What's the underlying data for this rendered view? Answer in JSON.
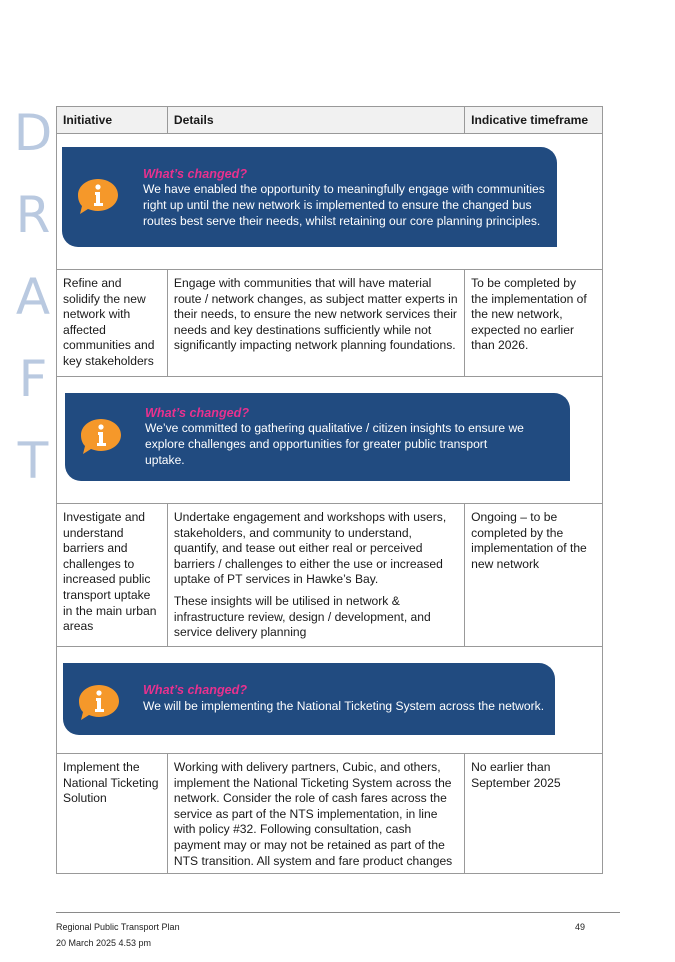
{
  "watermark": {
    "letters": [
      "D",
      "R",
      "A",
      "F",
      "T"
    ]
  },
  "table": {
    "headers": [
      "Initiative",
      "Details",
      "Indicative timeframe"
    ],
    "callouts": [
      {
        "icon": "info-speech-bubble-icon",
        "title": "What’s changed?",
        "body": "We have enabled the opportunity to meaningfully engage with communities right up until the new network is implemented to ensure the changed bus routes best serve their needs, whilst retaining our core planning principles."
      },
      {
        "icon": "info-speech-bubble-icon",
        "title": "What’s changed?",
        "body": "We’ve committed to gathering qualitative / citizen insights to ensure we explore challenges and opportunities for greater public transport uptake."
      },
      {
        "icon": "info-speech-bubble-icon",
        "title": "What’s changed?",
        "body": "We will be implementing the National Ticketing System across the network."
      }
    ],
    "rows": [
      {
        "initiative": "Refine and solidify the new network with affected communities and key stakeholders",
        "details": [
          "Engage with communities that will have material route / network changes, as subject matter experts in their needs, to ensure the new network services their needs and key destinations sufficiently while not significantly impacting network planning foundations."
        ],
        "timeframe": "To be completed by the implementation of the new network, expected no earlier than 2026."
      },
      {
        "initiative": "Investigate and understand barriers and challenges to increased public transport uptake in the main urban areas",
        "details": [
          "Undertake engagement and workshops with users, stakeholders, and community to understand, quantify, and tease out either real or perceived barriers / challenges to either the use or increased uptake of PT services in Hawke’s Bay.",
          "These insights will be utilised in network & infrastructure review, design / development, and service delivery planning"
        ],
        "timeframe": "Ongoing – to be completed by the implementation of the new network"
      },
      {
        "initiative": "Implement the National Ticketing Solution",
        "details": [
          "Working with delivery partners, Cubic, and others, implement the National Ticketing System across the network. Consider the role of cash fares across the service as part of the NTS implementation, in line with policy #32. Following consultation, cash payment may or may not be retained as part of the NTS transition. All system and fare product changes"
        ],
        "timeframe": "No earlier than September 2025"
      }
    ]
  },
  "footer": {
    "document_title": "Regional Public Transport Plan",
    "timestamp": "20 March 2025 4.53 pm",
    "page_number": "49"
  },
  "colors": {
    "callout_bg": "#214b80",
    "callout_title": "#e8318e",
    "info_icon": "#f5982a",
    "header_bg": "#f1f1f1",
    "watermark": "#b9c9e0"
  }
}
